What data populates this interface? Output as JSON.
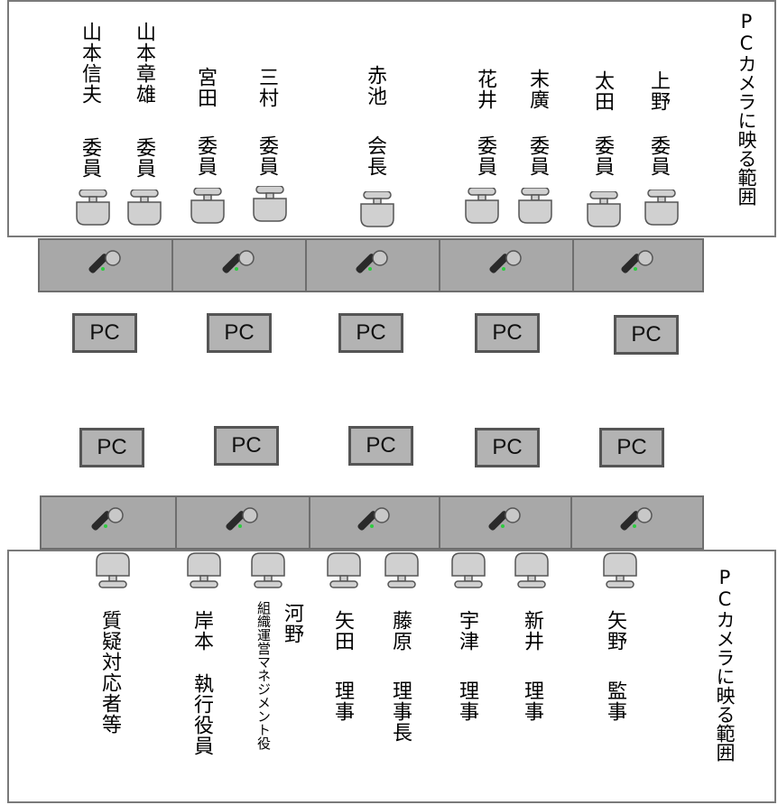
{
  "top_area": {
    "camera_label": "PCカメラに映る範囲",
    "members": [
      {
        "name": "山本信夫",
        "role": "委員"
      },
      {
        "name": "山本章雄",
        "role": "委員"
      },
      {
        "name": "宮田",
        "role": "委員"
      },
      {
        "name": "三村",
        "role": "委員"
      },
      {
        "name": "赤池",
        "role": "会長"
      },
      {
        "name": "花井",
        "role": "委員"
      },
      {
        "name": "末廣",
        "role": "委員"
      },
      {
        "name": "太田",
        "role": "委員"
      },
      {
        "name": "上野",
        "role": "委員"
      }
    ]
  },
  "top_pcs": [
    "PC",
    "PC",
    "PC",
    "PC",
    "PC"
  ],
  "bottom_pcs": [
    "PC",
    "PC",
    "PC",
    "PC",
    "PC"
  ],
  "bottom_area": {
    "camera_label": "PCカメラに映る範囲",
    "members": [
      {
        "name": "質疑対応者等",
        "role": ""
      },
      {
        "name": "岸本",
        "role": "執行役員"
      },
      {
        "name": "河野",
        "role": "組織運営マネジメント役"
      },
      {
        "name": "矢田",
        "role": "理事"
      },
      {
        "name": "藤原",
        "role": "理事長"
      },
      {
        "name": "宇津",
        "role": "理事"
      },
      {
        "name": "新井",
        "role": "理事"
      },
      {
        "name": "矢野",
        "role": "監事"
      }
    ]
  },
  "icons": {
    "microphone": "microphone-icon",
    "chair": "chair-icon"
  }
}
